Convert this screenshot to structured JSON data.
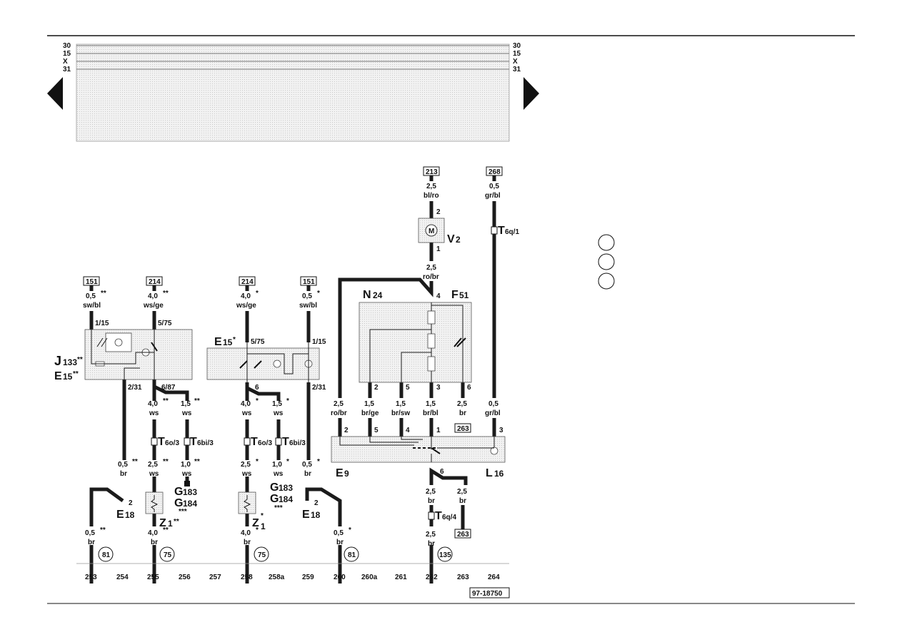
{
  "rails": [
    "30",
    "15",
    "X",
    "31"
  ],
  "nav": {
    "prev": "previous-page",
    "next": "next-page"
  },
  "columns": [
    "253",
    "254",
    "255",
    "256",
    "257",
    "258",
    "258a",
    "259",
    "260",
    "260a",
    "261",
    "262",
    "263",
    "264"
  ],
  "doc_number": "97-18750",
  "refs": {
    "r151a": "151",
    "r214a": "214",
    "r214b": "214",
    "r151b": "151",
    "r213": "213",
    "r268": "268",
    "r263a": "263",
    "r263b": "263"
  },
  "wires": {
    "w253_top_size": "0,5",
    "w253_top_mark": "**",
    "w253_top_color": "sw/bl",
    "w255_top_size": "4,0",
    "w255_top_mark": "**",
    "w255_top_color": "ws/ge",
    "w258_top_size": "4,0",
    "w258_top_mark": "*",
    "w258_top_color": "ws/ge",
    "w259_top_size": "0,5",
    "w259_top_mark": "*",
    "w259_top_color": "sw/bl",
    "w262_top_size": "2,5",
    "w262_top_color": "bl/ro",
    "w262_mid_size": "2,5",
    "w262_mid_color": "ro/br",
    "w264_top_size": "0,5",
    "w264_top_color": "gr/bl",
    "w255_a_size": "4,0",
    "w255_a_mark": "**",
    "w255_a_color": "ws",
    "w256_a_size": "1,5",
    "w256_a_mark": "**",
    "w256_a_color": "ws",
    "w258_a_size": "4,0",
    "w258_a_mark": "*",
    "w258_a_color": "ws",
    "w258a_a_size": "1,5",
    "w258a_a_mark": "*",
    "w258a_a_color": "ws",
    "w254_b_size": "0,5",
    "w254_b_mark": "**",
    "w254_b_color": "br",
    "w255_b_size": "2,5",
    "w255_b_mark": "**",
    "w255_b_color": "ws",
    "w256_b_size": "1,0",
    "w256_b_mark": "**",
    "w256_b_color": "ws",
    "w258_b_size": "2,5",
    "w258_b_mark": "*",
    "w258_b_color": "ws",
    "w258a_b_size": "1,0",
    "w258a_b_mark": "*",
    "w258a_b_color": "ws",
    "w259_b_size": "0,5",
    "w259_b_mark": "*",
    "w259_b_color": "br",
    "w260_size": "2,5",
    "w260_color": "ro/br",
    "w260a_size": "1,5",
    "w260a_color": "br/ge",
    "w261_size": "1,5",
    "w261_color": "br/sw",
    "w262_size": "1,5",
    "w262_color": "br/bl",
    "w263_size": "2,5",
    "w263_color": "br",
    "w264_size": "0,5",
    "w264_color": "gr/bl",
    "w262_c_size": "2,5",
    "w262_c_color": "br",
    "w263_c_size": "2,5",
    "w263_c_color": "br",
    "w262_d_size": "2,5",
    "w262_d_color": "br",
    "w253_bot_size": "0,5",
    "w253_bot_mark": "**",
    "w253_bot_color": "br",
    "w255_bot_size": "4,0",
    "w255_bot_mark": "**",
    "w255_bot_color": "br",
    "w258_bot_size": "4,0",
    "w258_bot_mark": "*",
    "w258_bot_color": "br",
    "w260_bot_size": "0,5",
    "w260_bot_mark": "*",
    "w260_bot_color": "br"
  },
  "pins": {
    "p1_15a": "1/15",
    "p5_75a": "5/75",
    "p2_31a": "2/31",
    "p6_87": "6/87",
    "p5_75b": "5/75",
    "p1_15b": "1/15",
    "p6b": "6",
    "p2_31b": "2/31",
    "pV2_2": "2",
    "pV2_1": "1",
    "pN24_4": "4",
    "pF_2": "2",
    "pF_5": "5",
    "pF_3": "3",
    "pF_6": "6",
    "pE9_2": "2",
    "pE9_5": "5",
    "pE9_4": "4",
    "pE9_1": "1",
    "pE9_3": "3",
    "pE9_6": "6",
    "pE18a_2": "2",
    "pE18b_2": "2"
  },
  "connectors": {
    "T6o3a_main": "T",
    "T6o3a_sub": "6o/3",
    "T6bi3a_main": "T",
    "T6bi3a_sub": "6bi/3",
    "T6o3b_main": "T",
    "T6o3b_sub": "6o/3",
    "T6bi3b_main": "T",
    "T6bi3b_sub": "6bi/3",
    "T6q1_main": "T",
    "T6q1_sub": "6q/1",
    "T6q4_main": "T",
    "T6q4_sub": "6q/4"
  },
  "components": {
    "J133_main": "J",
    "J133_sub": "133",
    "J133_mark": "**",
    "E15a_main": "E",
    "E15a_sub": "15",
    "E15a_mark": "**",
    "E15b_main": "E",
    "E15b_sub": "15",
    "E15b_mark": "*",
    "V2_main": "V",
    "V2_sub": "2",
    "V2_motor": "M",
    "N24_main": "N",
    "N24_sub": "24",
    "F51_main": "F",
    "F51_sub": "51",
    "E9_main": "E",
    "E9_sub": "9",
    "L16_main": "L",
    "L16_sub": "16",
    "E18a_main": "E",
    "E18a_sub": "18",
    "E18b_main": "E",
    "E18b_sub": "18",
    "Z1a_main": "Z",
    "Z1a_sub": "1",
    "Z1a_mark": "**",
    "Z1b_main": "Z",
    "Z1b_sub": "1",
    "Z1b_mark": "*",
    "G183a_main": "G",
    "G183a_sub": "183",
    "G184a_main": "G",
    "G184a_sub": "184",
    "G184a_mark": "***",
    "G183b_main": "G",
    "G183b_sub": "183",
    "G184b_main": "G",
    "G184b_sub": "184",
    "G184b_mark": "***"
  },
  "grounds": {
    "g81a": "81",
    "g75a": "75",
    "g75b": "75",
    "g81b": "81",
    "g135": "135"
  }
}
